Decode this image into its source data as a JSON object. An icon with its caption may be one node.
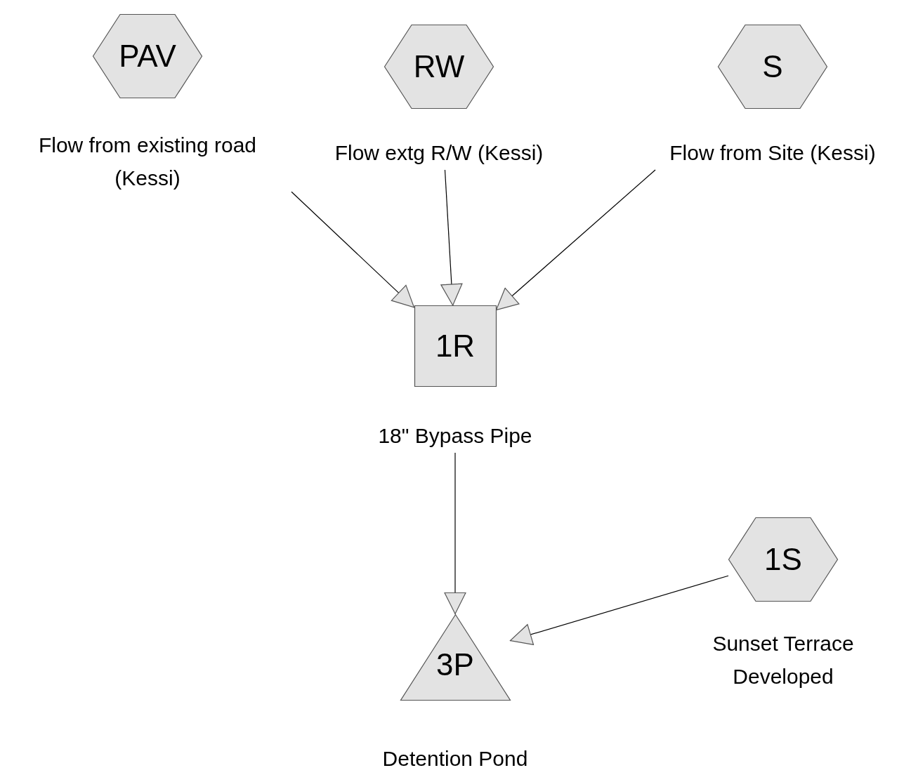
{
  "diagram": {
    "nodes": [
      {
        "text": [
          "PAV"
        ],
        "beside": [
          "Flow from existing road (Kessi)"
        ]
      },
      {
        "text": [
          "RW"
        ],
        "beside": [
          "Flow extg R/W (Kessi)"
        ]
      },
      {
        "text": [
          "S"
        ],
        "beside": [
          "Flow from Site (Kessi)"
        ]
      },
      {
        "text": [
          "1R"
        ],
        "beside": [
          "18\" Bypass Pipe"
        ]
      },
      {
        "text": [
          "1S"
        ],
        "beside": [
          "Sunset Terrace Developed"
        ]
      },
      {
        "text": [
          "3P"
        ],
        "beside": [
          "Detention Pond"
        ]
      }
    ],
    "edges": [
      {
        "from": 0,
        "to": 3,
        "arrow": "to"
      },
      {
        "from": 1,
        "to": 3,
        "arrow": "to"
      },
      {
        "from": 2,
        "to": 3,
        "arrow": "to"
      },
      {
        "from": 3,
        "to": 5,
        "arrow": "to"
      },
      {
        "from": 4,
        "to": 5,
        "arrow": "to"
      }
    ]
  }
}
